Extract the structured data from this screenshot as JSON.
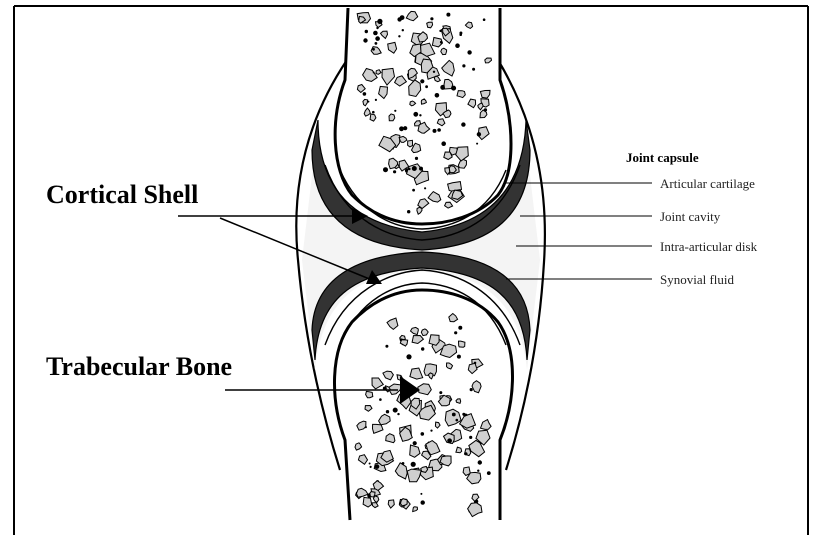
{
  "labels": {
    "cortical_shell": "Cortical Shell",
    "trabecular_bone": "Trabecular Bone",
    "joint_capsule": "Joint capsule",
    "articular_cartilage": "Articular cartilage",
    "joint_cavity": "Joint cavity",
    "intra_articular_disk": "Intra-articular disk",
    "synovial_fluid": "Synovial fluid"
  }
}
